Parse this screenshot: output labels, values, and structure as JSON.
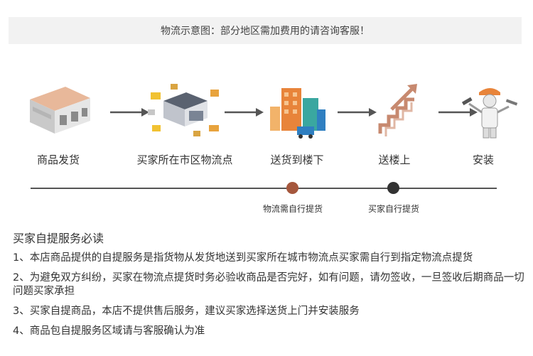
{
  "banner": {
    "text": "物流示意图：部分地区需加费用的请咨询客服！"
  },
  "flow": {
    "steps": [
      {
        "label": "商品发货",
        "icon": "warehouse-icon"
      },
      {
        "label": "买家所在市区物流点",
        "icon": "logistics-center-icon"
      },
      {
        "label": "送货到楼下",
        "icon": "buildings-delivery-icon"
      },
      {
        "label": "送楼上",
        "icon": "stairs-icon"
      },
      {
        "label": "安装",
        "icon": "installer-worker-icon"
      }
    ]
  },
  "timeline": {
    "markers": [
      {
        "label": "物流需自行提货",
        "color": "#a5573d"
      },
      {
        "label": "买家自行提货",
        "color": "#333333"
      }
    ]
  },
  "pickup": {
    "title": "买家自提服务必读",
    "rules": [
      "1、本店商品提供的自提服务是指货物从发货地送到买家所在城市物流点买家需自行到指定物流点提货",
      "2、为避免双方纠纷，买家在物流点提货时务必验收商品是否完好，如有问题，请勿签收，一旦签收后期商品一切问题买家承担",
      "3、买家自提商品，本店不提供售后服务，建议买家选择送货上门并安装服务",
      "4、商品包自提服务区域请与客服确认为准"
    ]
  },
  "colors": {
    "accent": "#a5573d",
    "arrow": "#555555",
    "banner_bg": "#f2f2f2"
  }
}
